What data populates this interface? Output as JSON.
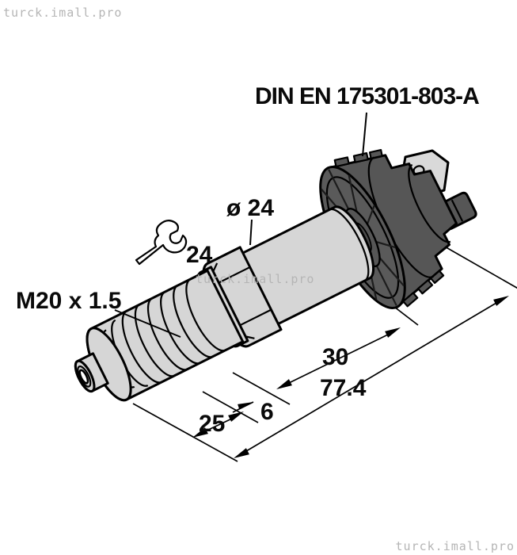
{
  "watermarks": {
    "top_left": "turck.imall.pro",
    "center": "turck.imall.pro",
    "bottom_right": "turck.imall.pro"
  },
  "labels": {
    "connector_standard": "DIN EN 175301-803-A",
    "diameter": "ø 24",
    "wrench_size": "24",
    "thread": "M20 x 1.5"
  },
  "dimensions": {
    "connector_length_mm": "30",
    "total_length_mm": "77.4",
    "thread_length_mm": "25",
    "hex_width_mm": "6"
  },
  "icons": {
    "wrench": "wrench-icon"
  },
  "colors": {
    "device_body": "#d6d6d6",
    "connector_housing": "#565656",
    "line": "#000000",
    "watermark": "#b5b5b5",
    "background": "#ffffff"
  }
}
